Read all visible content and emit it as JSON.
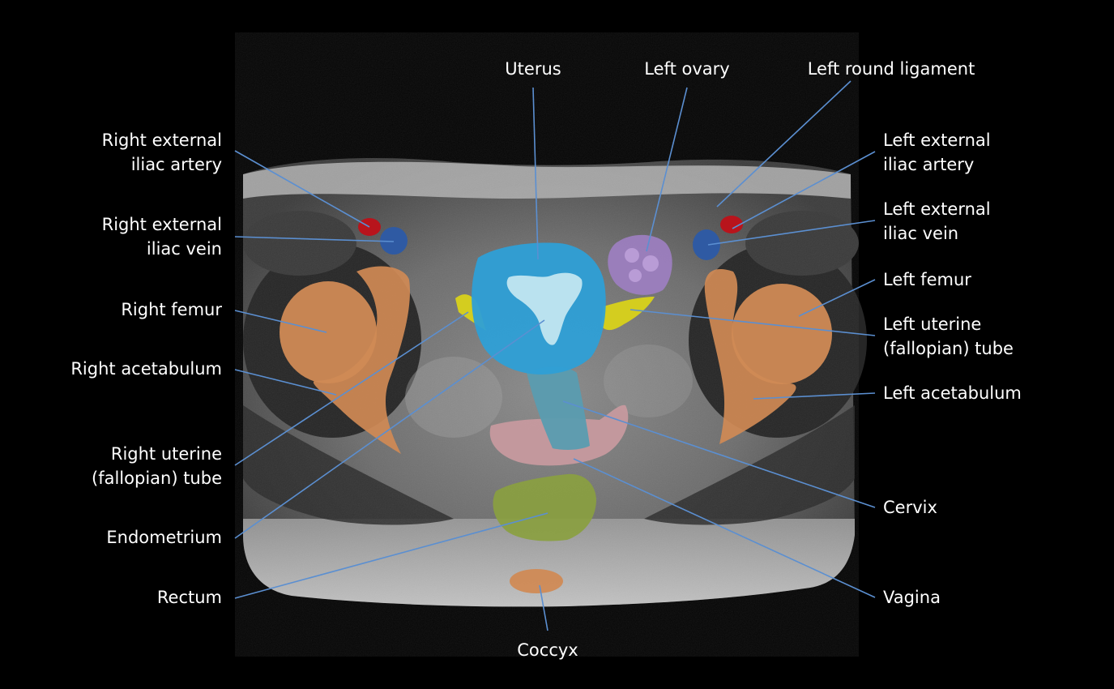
{
  "title": "Female pelvis axial MRI anatomy",
  "colors": {
    "background": "#000000",
    "label_text": "#ffffff",
    "leader_line": "#5b8fd1",
    "uterus": "#2e9fd6",
    "endometrium": "#bfe4f0",
    "ovary": "#9d7fc1",
    "fallopian_tube": "#d9d21a",
    "cervix": "#5a9cb0",
    "vagina": "#c99aa0",
    "rectum": "#8aa040",
    "bone": "#d08a55",
    "artery": "#b8141c",
    "vein": "#2f5aa3"
  },
  "labels": {
    "uterus": "Uterus",
    "left_ovary": "Left ovary",
    "left_round_ligament": "Left round ligament",
    "right_external_iliac_artery": [
      "Right external",
      "iliac artery"
    ],
    "right_external_iliac_vein": [
      "Right external",
      "iliac vein"
    ],
    "right_femur": "Right femur",
    "right_acetabulum": "Right acetabulum",
    "right_uterine_tube": [
      "Right uterine",
      "(fallopian) tube"
    ],
    "endometrium": "Endometrium",
    "rectum": "Rectum",
    "coccyx": "Coccyx",
    "left_external_iliac_artery": [
      "Left external",
      "iliac artery"
    ],
    "left_external_iliac_vein": [
      "Left external",
      "iliac vein"
    ],
    "left_femur": "Left femur",
    "left_uterine_tube": [
      "Left uterine",
      "(fallopian) tube"
    ],
    "left_acetabulum": "Left acetabulum",
    "cervix": "Cervix",
    "vagina": "Vagina"
  }
}
